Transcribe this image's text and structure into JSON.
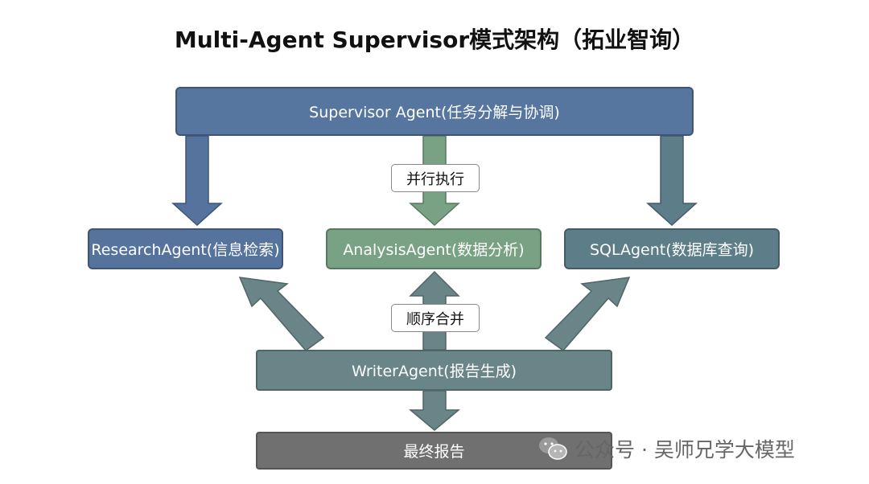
{
  "title": "Multi-Agent Supervisor模式架构（拓业智询）",
  "nodes": {
    "supervisor": "Supervisor Agent(任务分解与协调)",
    "research": "ResearchAgent(信息检索)",
    "analysis": "AnalysisAgent(数据分析)",
    "sql": "SQLAgent(数据库查询)",
    "writer": "WriterAgent(报告生成)",
    "final": "最终报告"
  },
  "labels": {
    "parallel": "并行执行",
    "merge": "顺序合并"
  },
  "watermark": {
    "text": "公众号 · 吴师兄学大模型",
    "icon": "wechat-icon"
  },
  "colors": {
    "supervisor": "#5676a0",
    "research": "#56739d",
    "analysis": "#79a284",
    "sql": "#5d7d88",
    "writer": "#6a8587",
    "final": "#707070"
  }
}
